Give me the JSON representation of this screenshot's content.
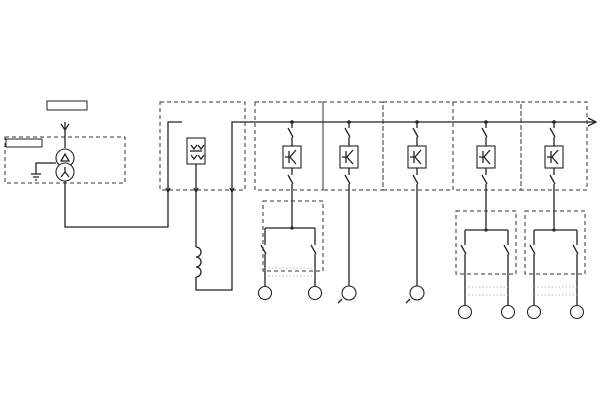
{
  "diagram": {
    "source_panel": {
      "label_top": "",
      "label_left": ""
    },
    "sections": [
      {
        "id": "incoming",
        "symbol": "transformer-symbol"
      },
      {
        "id": "filter",
        "symbol": "filter-symbol"
      },
      {
        "id": "feeder-1",
        "symbol": "switch-symbol",
        "load": "double-motor"
      },
      {
        "id": "feeder-2",
        "symbol": "switch-symbol",
        "load": "single-motor"
      },
      {
        "id": "feeder-3",
        "symbol": "switch-symbol",
        "load": "single-motor"
      },
      {
        "id": "feeder-4",
        "symbol": "switch-symbol",
        "load": "double-motor"
      },
      {
        "id": "feeder-5",
        "symbol": "switch-symbol",
        "load": "double-motor"
      }
    ],
    "colors": {
      "line": "#222222",
      "dash": "#333333",
      "background": "#ffffff"
    }
  }
}
